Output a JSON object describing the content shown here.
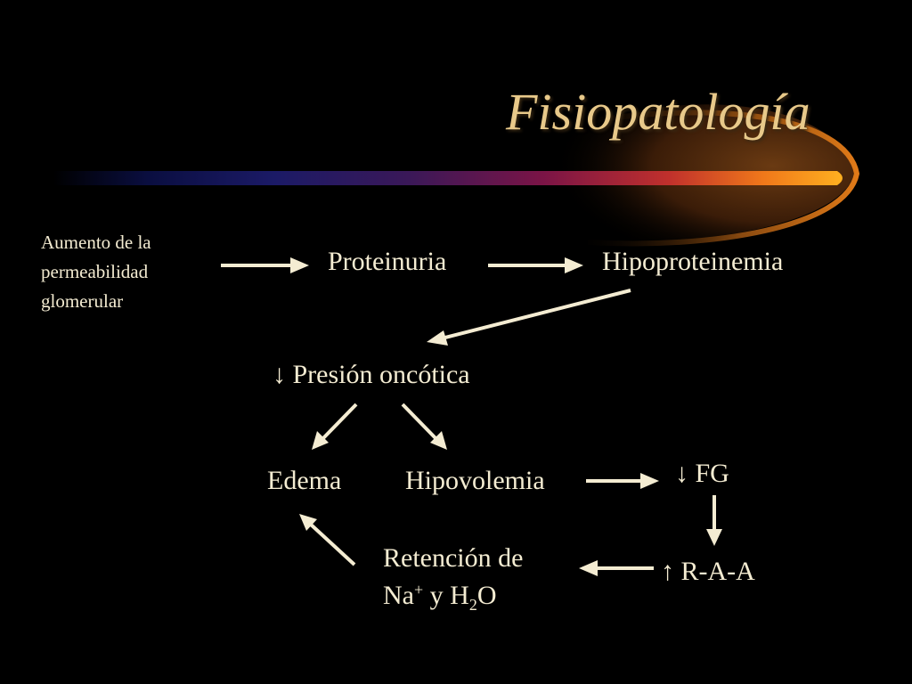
{
  "slide": {
    "title": "Fisiopatología",
    "accent": "#e8c98a",
    "background": "#000000",
    "text_color": "#f4ecd2"
  },
  "nodes": {
    "permeabilidad": [
      "Aumento de la",
      "permeabilidad",
      "glomerular"
    ],
    "proteinuria": "Proteinuria",
    "hipoproteinemia": "Hipoproteinemia",
    "presion": "↓ Presión oncótica",
    "edema": "Edema",
    "hipovolemia": "Hipovolemia",
    "fg": "↓ FG",
    "raa": "↑ R-A-A",
    "retencion_line1": "Retención de",
    "retencion_na": "Na",
    "retencion_sup": "+",
    "retencion_mid": " y H",
    "retencion_sub": "2",
    "retencion_end": "O"
  }
}
